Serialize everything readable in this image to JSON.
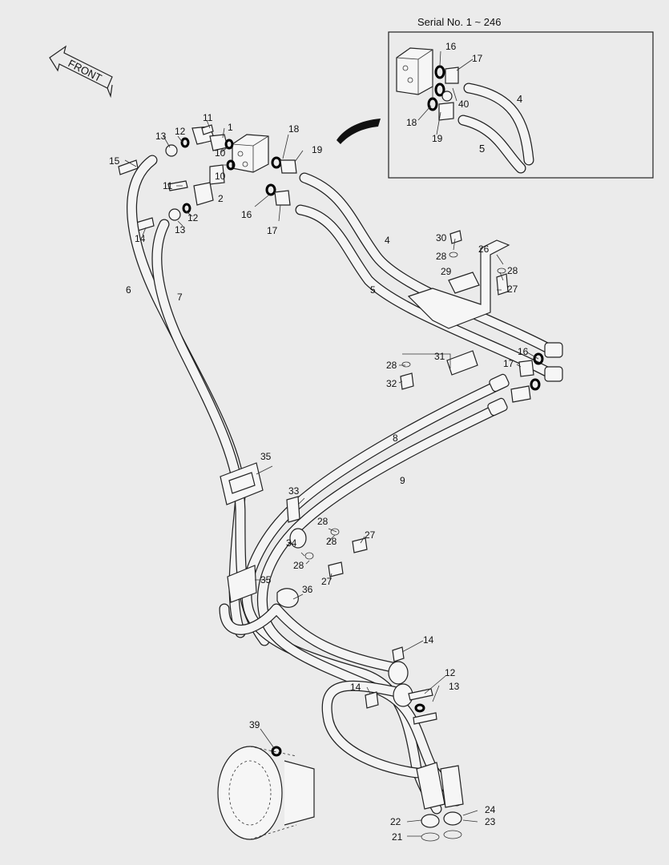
{
  "front_label": "FRONT",
  "inset": {
    "title": "Serial No. 1 ~ 246"
  },
  "callouts": [
    {
      "n": "1"
    },
    {
      "n": "2"
    },
    {
      "n": "4"
    },
    {
      "n": "5"
    },
    {
      "n": "6"
    },
    {
      "n": "7"
    },
    {
      "n": "8"
    },
    {
      "n": "9"
    },
    {
      "n": "10"
    },
    {
      "n": "10"
    },
    {
      "n": "11"
    },
    {
      "n": "11"
    },
    {
      "n": "12"
    },
    {
      "n": "12"
    },
    {
      "n": "12"
    },
    {
      "n": "13"
    },
    {
      "n": "13"
    },
    {
      "n": "13"
    },
    {
      "n": "14"
    },
    {
      "n": "14"
    },
    {
      "n": "14"
    },
    {
      "n": "15"
    },
    {
      "n": "16"
    },
    {
      "n": "16"
    },
    {
      "n": "17"
    },
    {
      "n": "17"
    },
    {
      "n": "18"
    },
    {
      "n": "19"
    },
    {
      "n": "21"
    },
    {
      "n": "22"
    },
    {
      "n": "23"
    },
    {
      "n": "24"
    },
    {
      "n": "26"
    },
    {
      "n": "27"
    },
    {
      "n": "27"
    },
    {
      "n": "27"
    },
    {
      "n": "28"
    },
    {
      "n": "28"
    },
    {
      "n": "28"
    },
    {
      "n": "28"
    },
    {
      "n": "28"
    },
    {
      "n": "28"
    },
    {
      "n": "29"
    },
    {
      "n": "30"
    },
    {
      "n": "31"
    },
    {
      "n": "32"
    },
    {
      "n": "33"
    },
    {
      "n": "34"
    },
    {
      "n": "35"
    },
    {
      "n": "35"
    },
    {
      "n": "36"
    },
    {
      "n": "39"
    },
    {
      "n": "16"
    },
    {
      "n": "17"
    },
    {
      "n": "18"
    },
    {
      "n": "19"
    },
    {
      "n": "40"
    },
    {
      "n": "4"
    },
    {
      "n": "5"
    }
  ]
}
